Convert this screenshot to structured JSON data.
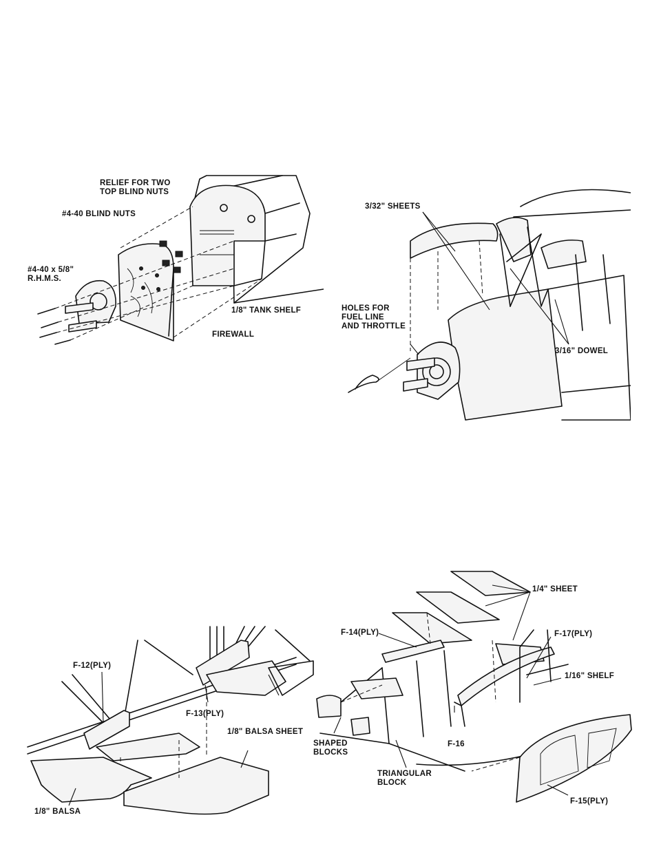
{
  "figures": {
    "firewall": {
      "labels": {
        "relief": "RELIEF FOR TWO\nTOP BLIND NUTS",
        "blind_nuts": "#4-40 BLIND NUTS",
        "screws": "#4-40 x 5/8\"\nR.H.M.S.",
        "tank_shelf": "1/8\" TANK SHELF",
        "firewall": "FIREWALL"
      }
    },
    "top_sheeting": {
      "labels": {
        "sheets": "3/32\" SHEETS",
        "holes": "HOLES FOR\nFUEL LINE\nAND THROTTLE",
        "dowel": "3/16\" DOWEL"
      }
    },
    "cabin_floor": {
      "labels": {
        "f12": "F-12(PLY)",
        "f13": "F-13(PLY)",
        "balsa_sheet": "1/8\" BALSA SHEET",
        "balsa": "1/8\" BALSA"
      }
    },
    "cabin_top": {
      "labels": {
        "quarter_sheet": "1/4\" SHEET",
        "f14": "F-14(PLY)",
        "f17": "F-17(PLY)",
        "shelf": "1/16\" SHELF",
        "shaped_blocks": "SHAPED\nBLOCKS",
        "f16": "F-16",
        "triangular_block": "TRIANGULAR\nBLOCK",
        "f15": "F-15(PLY)"
      }
    }
  }
}
